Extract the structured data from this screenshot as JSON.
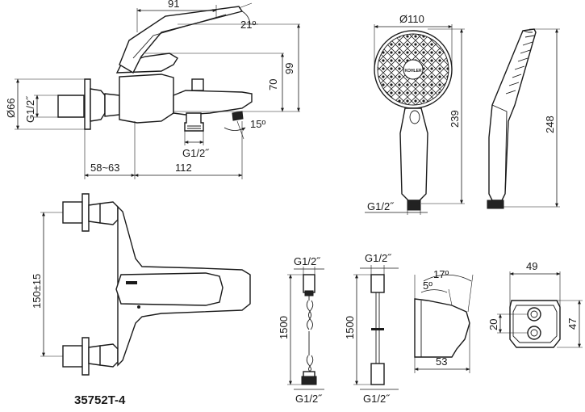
{
  "model": "35752T-4",
  "dims": {
    "lever_length": "91",
    "lever_angle": "21º",
    "height_70": "70",
    "height_99": "99",
    "flange_dia": "Ø66",
    "inlet_thread": "G1/2˝",
    "spout_angle": "15º",
    "outlet_thread": "G1/2˝",
    "wall_distance": "58~63",
    "spout_length": "112",
    "center_distance": "150±15",
    "head_dia": "Ø110",
    "handshower_length": "239",
    "handshower_total": "248",
    "handshower_thread": "G1/2˝",
    "hose1_top": "G1/2˝",
    "hose1_length": "1500",
    "hose1_bottom": "G1/2˝",
    "hose2_top": "G1/2˝",
    "hose2_length": "1500",
    "hose2_bottom": "G1/2˝",
    "holder_angle_17": "17º",
    "holder_angle_5": "5º",
    "holder_depth": "53",
    "holder_width": "49",
    "holder_hole": "20",
    "holder_height": "47"
  },
  "brand_mark": "KOHLER"
}
